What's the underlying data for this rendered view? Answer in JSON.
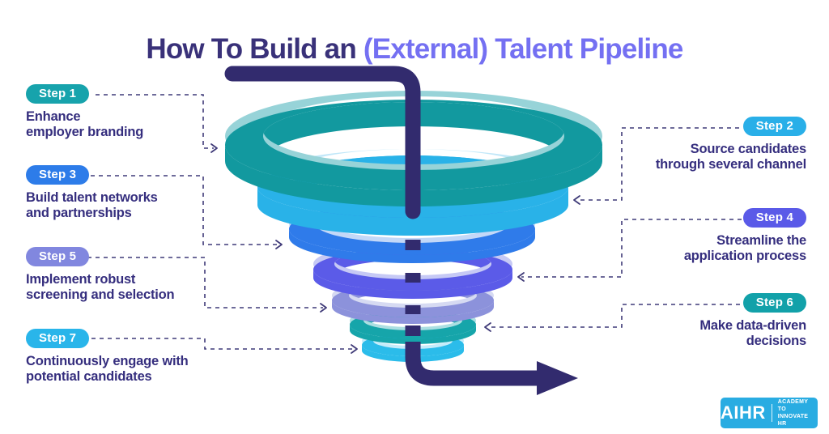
{
  "title": {
    "prefix": "How To Build an ",
    "highlight": "(External) Talent Pipeline",
    "prefix_color": "#393179",
    "highlight_color": "#7470F2"
  },
  "steps": [
    {
      "label": "Step 1",
      "badge_color": "#17A3AC",
      "lines": [
        "Enhance",
        "employer branding"
      ]
    },
    {
      "label": "Step 2",
      "badge_color": "#29AFE8",
      "lines": [
        "Source candidates",
        "through several channel"
      ]
    },
    {
      "label": "Step 3",
      "badge_color": "#2D7CE9",
      "lines": [
        "Build talent networks",
        "and partnerships"
      ]
    },
    {
      "label": "Step 4",
      "badge_color": "#5A5AE8",
      "lines": [
        "Streamline the",
        "application process"
      ]
    },
    {
      "label": "Step 5",
      "badge_color": "#8187DF",
      "lines": [
        "Implement robust",
        "screening and selection"
      ]
    },
    {
      "label": "Step 6",
      "badge_color": "#12A1A9",
      "lines": [
        "Make data-driven",
        "decisions"
      ]
    },
    {
      "label": "Step 7",
      "badge_color": "#29B5EA",
      "lines": [
        "Continuously engage with",
        "potential candidates"
      ]
    }
  ],
  "funnel": {
    "arrow_color": "#322B6E",
    "connector_color": "#3F3A78",
    "rings": [
      {
        "step": "Step 1",
        "main": "#12999F",
        "light": "#97D3D8"
      },
      {
        "step": "Step 2",
        "main": "#29B2E8",
        "light": "#C2E8F9"
      },
      {
        "step": "Step 3",
        "main": "#2F7BEA",
        "light": "#C3D8F8"
      },
      {
        "step": "Step 4",
        "main": "#5B5BE8",
        "light": "#C6C9F5"
      },
      {
        "step": "Step 5",
        "main": "#8C92DB",
        "light": "#D6DAF2"
      },
      {
        "step": "Step 6",
        "main": "#16A5AA",
        "light": "#ACDFE2"
      },
      {
        "step": "Step 7",
        "main": "#2BBCEA",
        "light": "#C4ECFA"
      }
    ]
  },
  "logo": {
    "name": "AIHR",
    "tagline_line1": "ACADEMY TO",
    "tagline_line2": "INNOVATE HR",
    "bg_color": "#29ACE2"
  }
}
